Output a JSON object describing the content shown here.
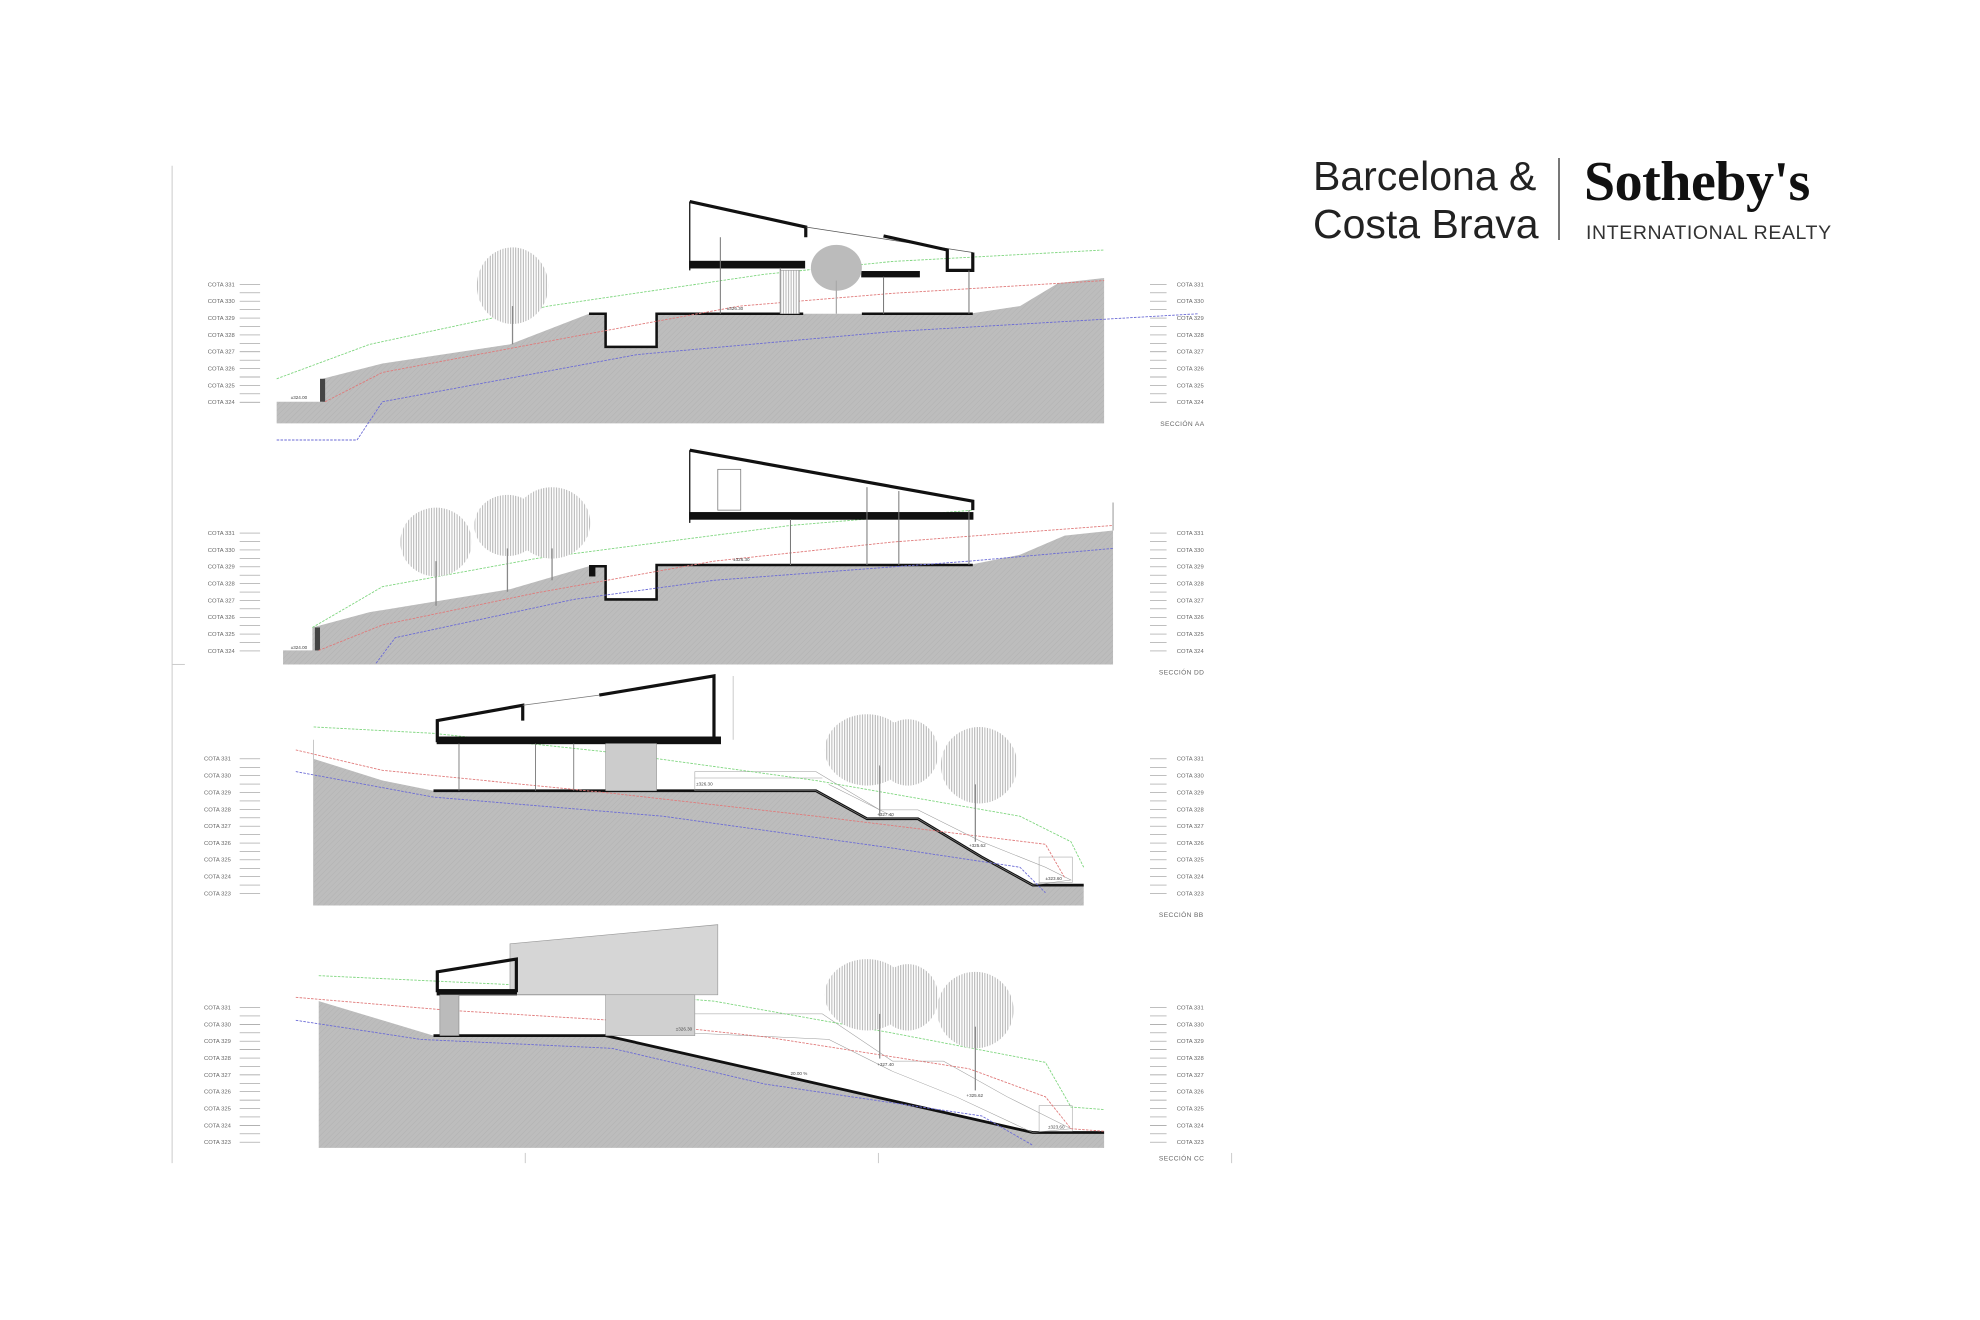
{
  "logo": {
    "left_line1": "Barcelona &",
    "left_line2": "Costa Brava",
    "brand": "Sotheby's",
    "brand_sub": "INTERNATIONAL REALTY"
  },
  "sections": [
    {
      "label": "SECCIÓN  AA",
      "cotas": [
        "COTA 331",
        "COTA 330",
        "COTA 329",
        "COTA 328",
        "COTA 327",
        "COTA 326",
        "COTA 325",
        "COTA 324"
      ],
      "levels": [
        "±324.00",
        "±326.30"
      ]
    },
    {
      "label": "SECCIÓN  DD",
      "cotas": [
        "COTA 331",
        "COTA 330",
        "COTA 329",
        "COTA 328",
        "COTA 327",
        "COTA 326",
        "COTA 325",
        "COTA 324"
      ],
      "levels": [
        "±324.00",
        "±326.30"
      ]
    },
    {
      "label": "SECCIÓN  BB",
      "cotas": [
        "COTA 331",
        "COTA 330",
        "COTA 329",
        "COTA 328",
        "COTA 327",
        "COTA 326",
        "COTA 325",
        "COTA 324",
        "COTA 323"
      ],
      "levels": [
        "±326.30",
        "+327.40",
        "+325.62",
        "±323.60"
      ]
    },
    {
      "label": "SECCIÓN  CC",
      "cotas": [
        "COTA 331",
        "COTA 330",
        "COTA 329",
        "COTA 328",
        "COTA 327",
        "COTA 326",
        "COTA 325",
        "COTA 324",
        "COTA 323"
      ],
      "levels": [
        "±326.30",
        "+327.40",
        "+325.62",
        "±323.60"
      ],
      "slope": "20.00 %"
    }
  ],
  "colors": {
    "ground": "#bdbdbd",
    "line_green": "#7fd67f",
    "line_red": "#e07a7a",
    "line_blue": "#6b6bd6",
    "structure": "#111111"
  }
}
